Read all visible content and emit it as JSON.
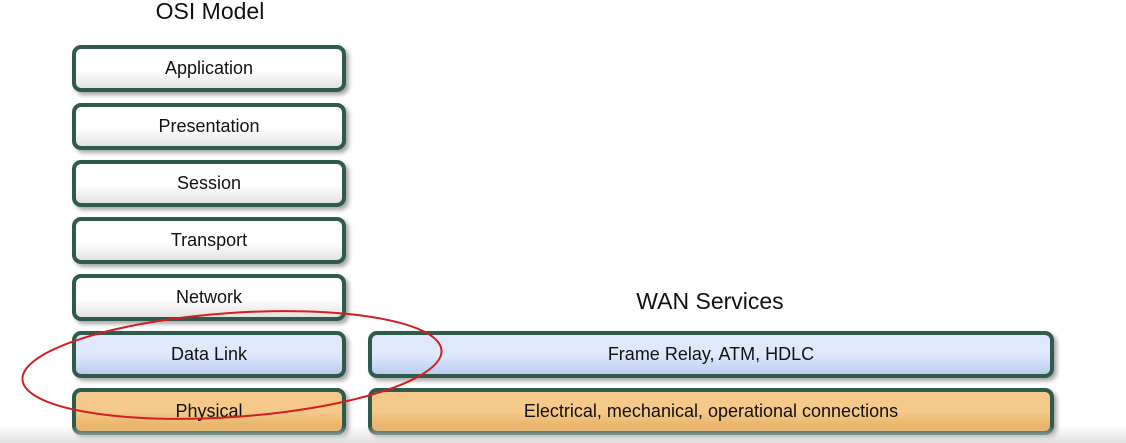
{
  "osi_title": "OSI Model",
  "wan_title": "WAN Services",
  "osi_layers": [
    "Application",
    "Presentation",
    "Session",
    "Transport",
    "Network",
    "Data Link",
    "Physical"
  ],
  "wan_rows": [
    "Frame Relay, ATM, HDLC",
    "Electrical, mechanical, operational connections"
  ],
  "colors": {
    "border": "#2f5a4e",
    "upper_layers": "#ffffff",
    "data_link": "#dfe9fb",
    "physical": "#f4c98a",
    "annotation": "#d21f1f"
  }
}
